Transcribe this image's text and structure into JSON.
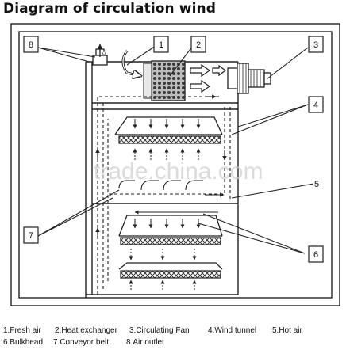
{
  "title": "Diagram of circulation wind",
  "callouts": [
    "1",
    "2",
    "3",
    "4",
    "5",
    "6",
    "7",
    "8"
  ],
  "legend": {
    "row1": [
      "1.Fresh air",
      "2.Heat exchanger",
      "3.Circulating Fan",
      "4.Wind tunnel",
      "5.Hot air"
    ],
    "row2": [
      "6.Bulkhead",
      "7.Conveyor belt",
      "8.Air outlet"
    ]
  },
  "watermark": "trade.china.com",
  "colors": {
    "line": "#222222",
    "screen": "#e9e9e9",
    "watermark": "#cfcfcf"
  }
}
